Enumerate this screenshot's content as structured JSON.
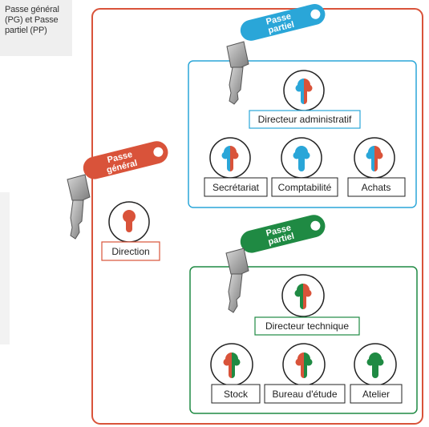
{
  "caption": {
    "line1": "Passe général",
    "line2": "(PG) et Passe",
    "line3": "partiel (PP)"
  },
  "colors": {
    "general": "#d9533a",
    "admin": "#2aa6d8",
    "tech": "#1f8a43",
    "admin_cyl": "#2aa6d8",
    "tech_cyl": "#1f8a43"
  },
  "general": {
    "tag_line1": "Passe",
    "tag_line2": "général",
    "room": "Direction"
  },
  "admin": {
    "tag_line1": "Passe",
    "tag_line2": "partiel",
    "head": "Directeur administratif",
    "rooms": [
      "Secrétariat",
      "Comptabilité",
      "Achats"
    ]
  },
  "tech": {
    "tag_line1": "Passe",
    "tag_line2": "partiel",
    "head": "Directeur technique",
    "rooms": [
      "Stock",
      "Bureau d'étude",
      "Atelier"
    ]
  }
}
